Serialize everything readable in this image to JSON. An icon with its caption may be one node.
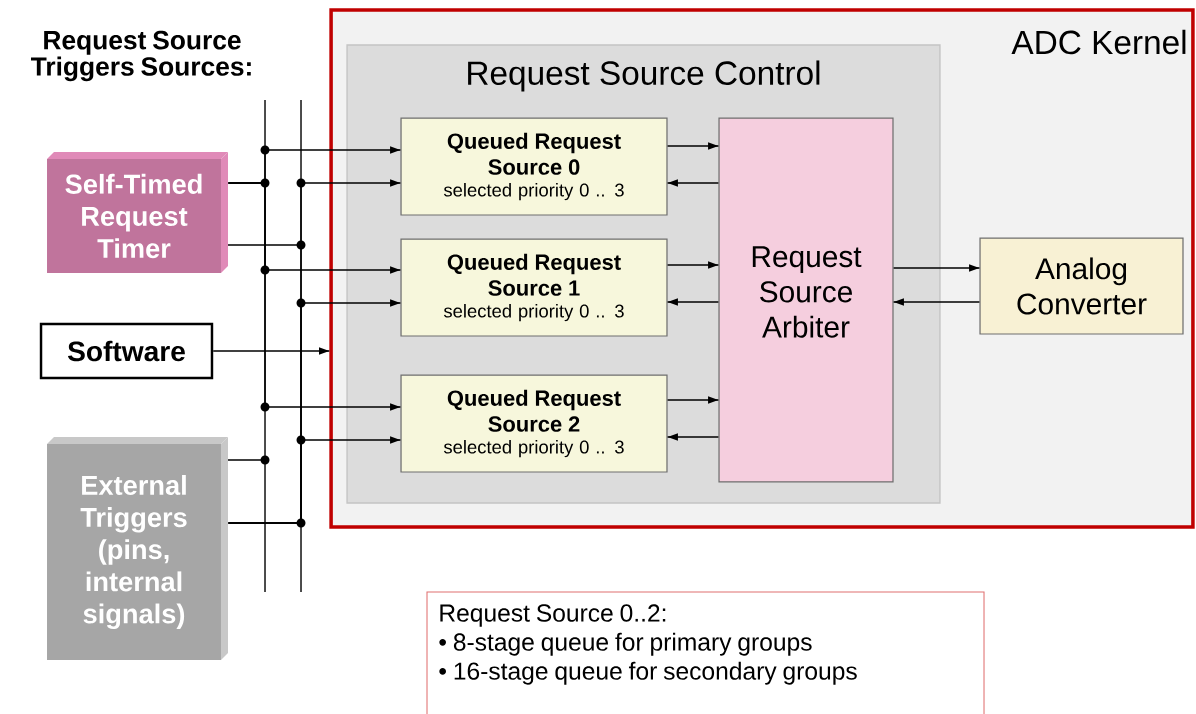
{
  "diagram": {
    "title": "Request Source Triggers Sources:",
    "nodes": [
      {
        "text": [
          "ADC Kernel"
        ]
      },
      {
        "text": [
          "Request Source Control"
        ],
        "in": 0
      },
      {
        "text": [
          "Queued Request Source 0",
          "selected priority 0 .. 3"
        ],
        "in": 1
      },
      {
        "text": [
          "Queued Request Source 1",
          "selected priority 0 .. 3"
        ],
        "in": 1
      },
      {
        "text": [
          "Queued Request Source 2",
          "selected priority 0 .. 3"
        ],
        "in": 1
      },
      {
        "text": [
          "Request Source Arbiter"
        ],
        "in": 1
      },
      {
        "text": [
          "Analog Converter"
        ],
        "in": 0
      },
      {
        "text": [
          "Self-Timed Request Timer"
        ]
      },
      {
        "text": [
          "Software"
        ]
      },
      {
        "text": [
          "External Triggers (pins, internal signals)"
        ]
      },
      {
        "text": [
          "Request Source 0..2:",
          "• 8-stage queue for primary groups",
          "• 16-stage queue for secondary groups"
        ]
      }
    ],
    "edges": [
      {
        "from": 7,
        "to": 2,
        "arrow": "to"
      },
      {
        "from": 7,
        "to": 3,
        "arrow": "to"
      },
      {
        "from": 7,
        "to": 4,
        "arrow": "to"
      },
      {
        "from": 9,
        "to": 2,
        "arrow": "to"
      },
      {
        "from": 9,
        "to": 3,
        "arrow": "to"
      },
      {
        "from": 9,
        "to": 4,
        "arrow": "to"
      },
      {
        "from": 8,
        "to": 0,
        "arrow": "to"
      },
      {
        "from": 2,
        "to": 5,
        "arrow": "to"
      },
      {
        "from": 5,
        "to": 2,
        "arrow": "to"
      },
      {
        "from": 3,
        "to": 5,
        "arrow": "to"
      },
      {
        "from": 5,
        "to": 3,
        "arrow": "to"
      },
      {
        "from": 4,
        "to": 5,
        "arrow": "to"
      },
      {
        "from": 5,
        "to": 4,
        "arrow": "to"
      },
      {
        "from": 5,
        "to": 6,
        "arrow": "to"
      },
      {
        "from": 6,
        "to": 5,
        "arrow": "to"
      }
    ]
  }
}
